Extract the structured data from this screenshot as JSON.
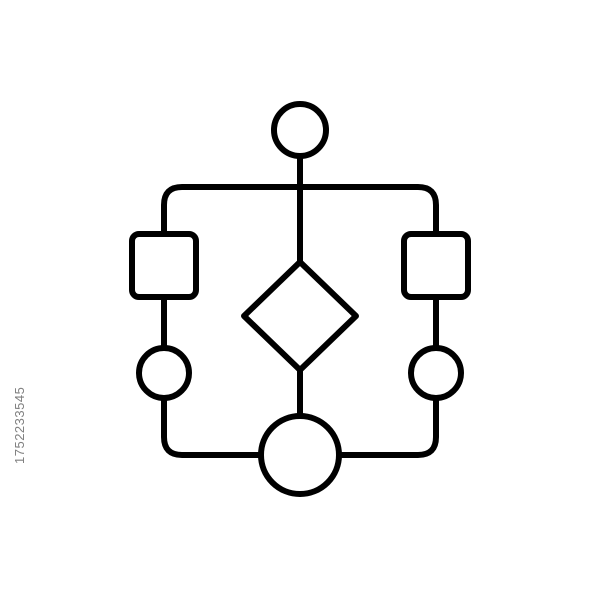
{
  "image_id_text": "1752233545",
  "colors": {
    "background": "#ffffff",
    "stroke": "#000000",
    "side_text": "#7f7f7f"
  },
  "icon": {
    "name": "flowchart-icon",
    "nodes": [
      {
        "id": "start",
        "shape": "circle"
      },
      {
        "id": "decision",
        "shape": "diamond"
      },
      {
        "id": "left-process",
        "shape": "square"
      },
      {
        "id": "right-process",
        "shape": "square"
      },
      {
        "id": "left-terminal",
        "shape": "circle"
      },
      {
        "id": "right-terminal",
        "shape": "circle"
      },
      {
        "id": "end",
        "shape": "circle"
      }
    ]
  }
}
